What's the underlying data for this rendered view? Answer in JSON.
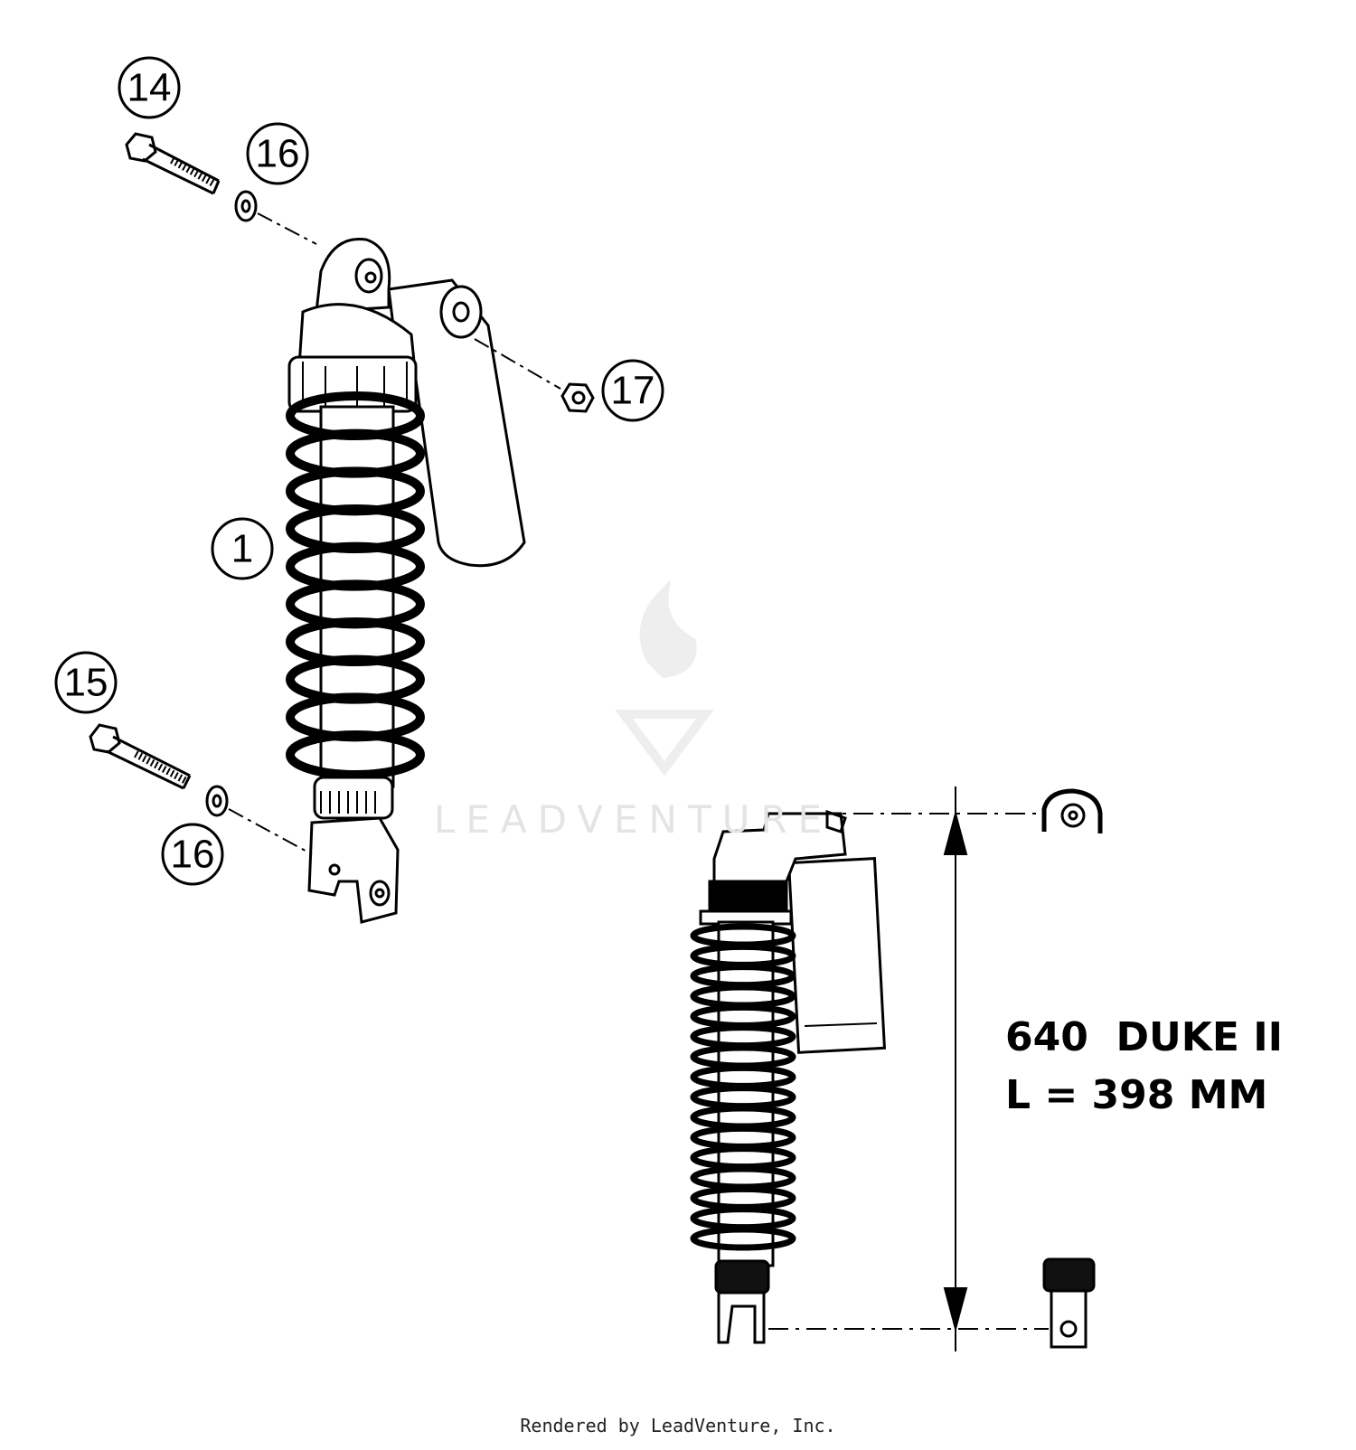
{
  "diagram": {
    "callouts": [
      "14",
      "16",
      "17",
      "1",
      "15",
      "16"
    ],
    "spec": {
      "model": "640  DUKE II",
      "length": "L = 398 MM"
    },
    "watermark": "LEADVENTURE",
    "footer": "Rendered by LeadVenture, Inc.",
    "colors": {
      "line": "#000000",
      "watermark": "#ececec"
    }
  }
}
